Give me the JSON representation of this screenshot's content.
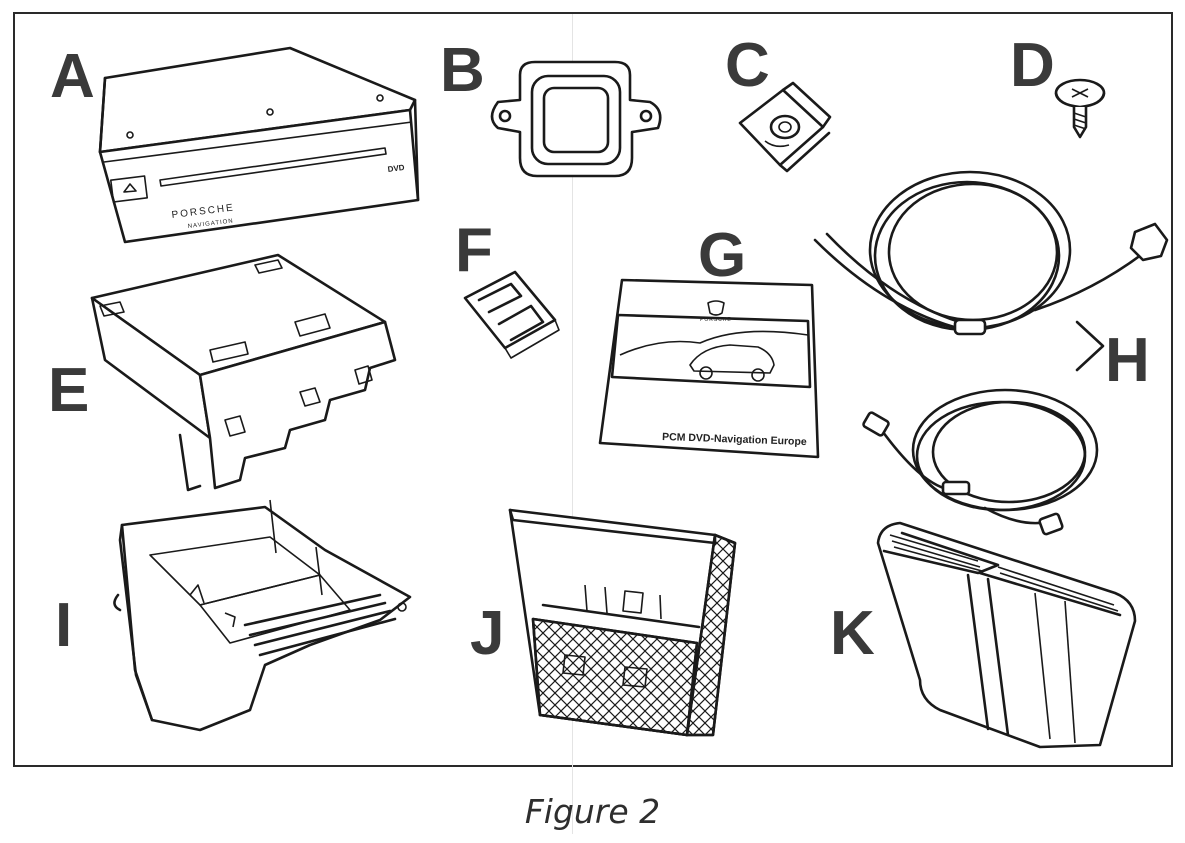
{
  "caption": "Figure 2",
  "parts": [
    {
      "id": "A",
      "letter": "A",
      "icon": "navigation-unit",
      "brand": "PORSCHE",
      "sub": "NAVIGATION",
      "disc": "DVD"
    },
    {
      "id": "B",
      "letter": "B",
      "icon": "frame-gasket"
    },
    {
      "id": "C",
      "letter": "C",
      "icon": "speed-nut"
    },
    {
      "id": "D",
      "letter": "D",
      "icon": "screw"
    },
    {
      "id": "E",
      "letter": "E",
      "icon": "mounting-bracket"
    },
    {
      "id": "F",
      "letter": "F",
      "icon": "spring-clip"
    },
    {
      "id": "G",
      "letter": "G",
      "icon": "manual-booklet",
      "title": "PCM DVD-Navigation Europe",
      "brand": "PORSCHE"
    },
    {
      "id": "H",
      "letter": "H",
      "icon": "cable-harness"
    },
    {
      "id": "I",
      "letter": "I",
      "icon": "carrier-tray"
    },
    {
      "id": "J",
      "letter": "J",
      "icon": "storage-box"
    },
    {
      "id": "K",
      "letter": "K",
      "icon": "trim-cover"
    }
  ]
}
